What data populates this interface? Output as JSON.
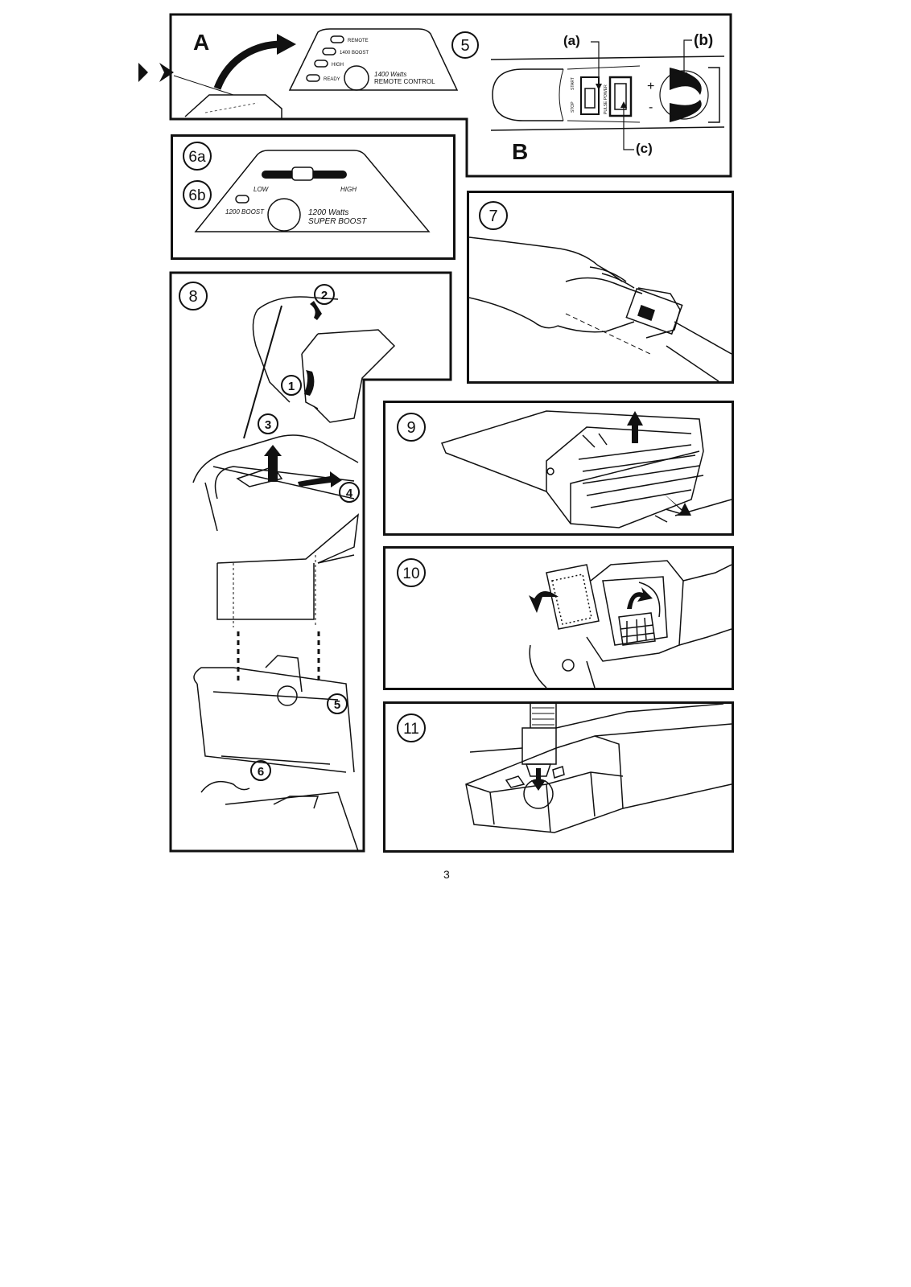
{
  "fig5": {
    "step": "5",
    "label_a": "A",
    "label_b": "B",
    "callouts": [
      "(a)",
      "(b)",
      "(c)"
    ],
    "remote_panel": {
      "leds": [
        "REMOTE",
        "1400 BOOST",
        "HIGH",
        "READY"
      ],
      "watts": "1400 Watts",
      "name": "REMOTE CONTROL"
    },
    "handle": {
      "stop": "STOP",
      "start": "START",
      "pulse_power": "PULSE POWER",
      "plus": "+",
      "minus": "-"
    }
  },
  "fig6": {
    "steps": [
      "6a",
      "6b"
    ],
    "low": "LOW",
    "high": "HIGH",
    "boost_led": "1200 BOOST",
    "watts": "1200 Watts",
    "name": "SUPER BOOST"
  },
  "fig7": {
    "step": "7"
  },
  "fig8": {
    "step": "8",
    "markers": [
      "1",
      "2",
      "3",
      "4",
      "5",
      "6"
    ]
  },
  "fig9": {
    "step": "9"
  },
  "fig10": {
    "step": "10"
  },
  "fig11": {
    "step": "11"
  },
  "page_number": "3"
}
